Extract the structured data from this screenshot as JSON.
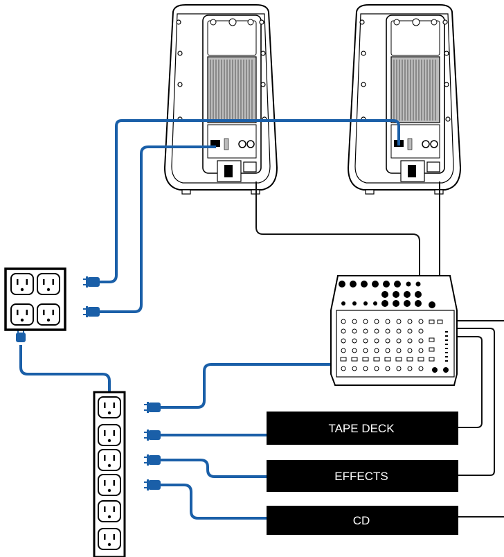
{
  "devices": {
    "tape_deck": "TAPE DECK",
    "effects": "EFFECTS",
    "cd": "CD"
  },
  "colors": {
    "power_cable": "#1a5fa8",
    "audio_cable": "#111111",
    "device_box": "#000000"
  }
}
